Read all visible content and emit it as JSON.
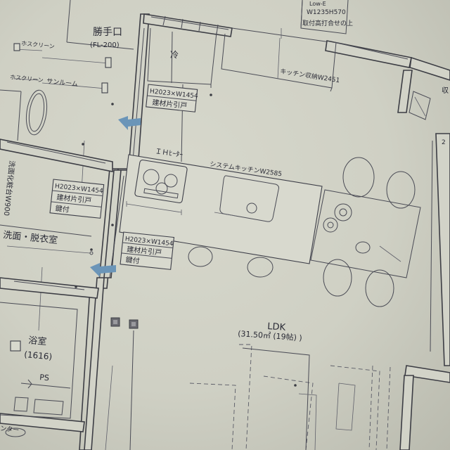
{
  "labels": {
    "katteguchi": "勝手口",
    "katteguchi_code": "(FL-200)",
    "rei": "冷",
    "kitchen_storage": "キッチン収納W2451",
    "top_note_1": "W1235H570",
    "top_note_2": "取付高打合せの上",
    "top_note_0": "Low-E",
    "hosu_screen_1": "ホスクリーン",
    "hosu_screen_2": "ホスクリーン",
    "sunroom": "サンルーム",
    "door1_size": "H2023×W1454",
    "door1_type": "建材片引戸",
    "door2_size": "H2023×W1454",
    "door2_type": "建材片引戸",
    "door2_lock": "鍵付",
    "door3_size": "H2023×W1454",
    "door3_type": "建材片引戸",
    "door3_lock": "鍵付",
    "ih_heater": "ＩＨﾋｰﾀｰ",
    "system_kitchen": "システムキッチンW2585",
    "washroom": "洗面・脱衣室",
    "washstand_vertical": "洗面化粧台W900",
    "bathroom": "浴室",
    "bathroom_code": "(1616)",
    "ps": "PS",
    "ldk": "LDK",
    "ldk_area": "(31.50㎡ (19帖) )",
    "counter": "ンター",
    "right_edge": "収",
    "right_edge2": "2"
  }
}
